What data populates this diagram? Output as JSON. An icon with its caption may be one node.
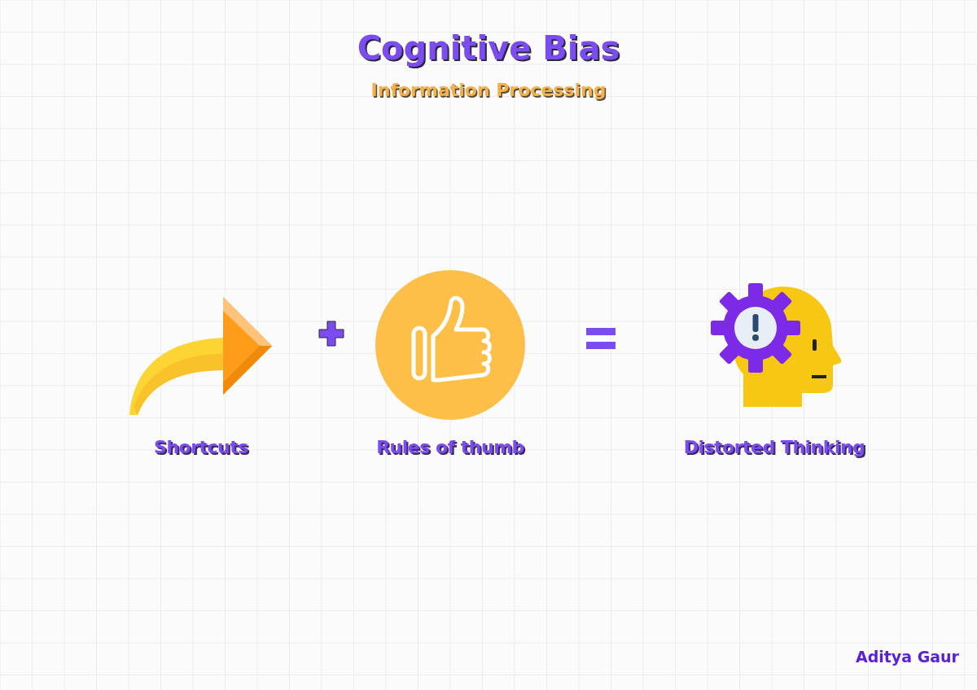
{
  "diagram": {
    "title": "Cognitive Bias",
    "caption": "Information Processing",
    "nodes": [
      {
        "text": [
          "Shortcuts"
        ]
      },
      {
        "text": [
          "Rules of thumb"
        ]
      },
      {
        "text": [
          "Distorted Thinking"
        ]
      }
    ],
    "labels": [
      "Aditya Gaur"
    ]
  }
}
